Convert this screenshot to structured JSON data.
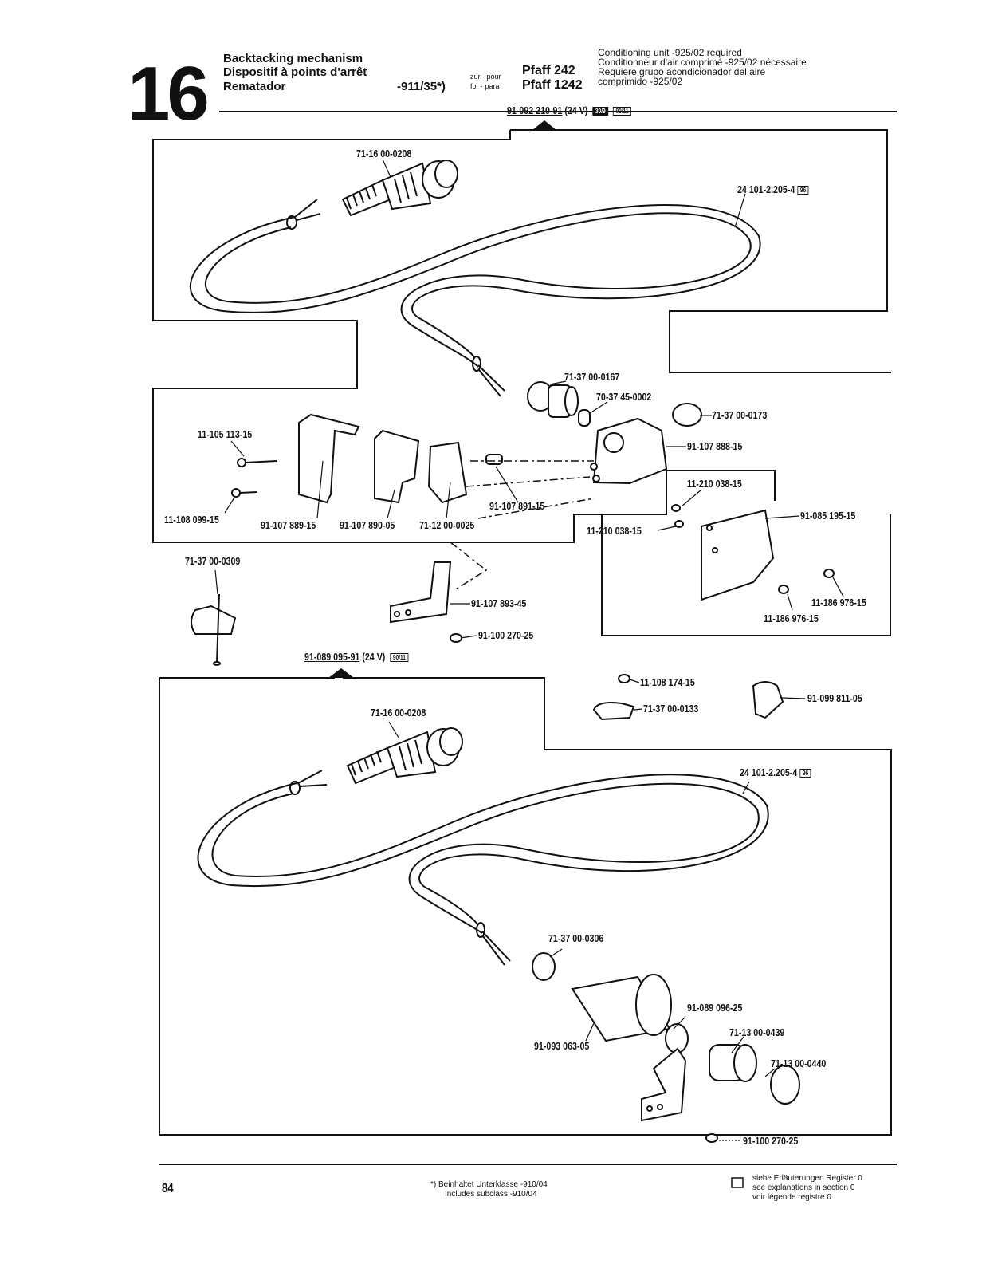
{
  "header": {
    "section_number": "16",
    "title_en": "Backtacking mechanism",
    "title_fr": "Dispositif à points d'arrêt",
    "title_es": "Rematador",
    "variant": "-911/35*)",
    "for_label_1": "zur · pour",
    "for_label_2": "for · para",
    "model_1": "Pfaff 242",
    "model_2": "Pfaff 1242",
    "requirement_en": "Conditioning unit -925/02 required",
    "requirement_fr": "Conditionneur d'air comprimé -925/02 nécessaire",
    "requirement_es_1": "Requiere grupo acondicionador del aire",
    "requirement_es_2": "comprimido -925/02"
  },
  "assemblies": {
    "top": {
      "part": "91-092 210-91",
      "voltage": "(24 V)",
      "badge_a": "30/9",
      "badge_b": "90/11"
    },
    "bottom": {
      "part": "91-089 095-91",
      "voltage": "(24 V)",
      "badge_b": "90/11"
    }
  },
  "parts": {
    "p1": "71-16 00-0208",
    "p2": "24 101-2.205-4",
    "p2_badge": "96",
    "p3": "71-37 00-0167",
    "p4": "70-37 45-0002",
    "p5": "71-37 00-0173",
    "p6": "91-107 888-15",
    "p7": "11-105 113-15",
    "p8": "11-108 099-15",
    "p9": "91-107 889-15",
    "p10": "91-107 890-05",
    "p11": "71-12 00-0025",
    "p12": "91-107 891-15",
    "p13": "11-210 038-15",
    "p14": "11-210 038-15",
    "p15": "91-085 195-15",
    "p16": "11-186 976-15",
    "p17": "11-186 976-15",
    "p18": "71-37 00-0309",
    "p19": "91-107 893-45",
    "p20": "91-100 270-25",
    "p21": "11-108 174-15",
    "p22": "71-37 00-0133",
    "p23": "91-099 811-05",
    "p24": "71-16 00-0208",
    "p25": "24 101-2.205-4",
    "p25_badge": "96",
    "p26": "71-37 00-0306",
    "p27": "91-089 096-25",
    "p28": "71-13 00-0439",
    "p29": "71-13 00-0440",
    "p30": "91-093 063-05",
    "p31": "91-100 270-25"
  },
  "footer": {
    "page_number": "84",
    "footnote_1": "*) Beinhaltet Unterklasse -910/04",
    "footnote_2": "Includes subclass -910/04",
    "legend_1": "siehe Erläuterungen Register 0",
    "legend_2": "see explanations in section 0",
    "legend_3": "voir légende registre 0"
  }
}
